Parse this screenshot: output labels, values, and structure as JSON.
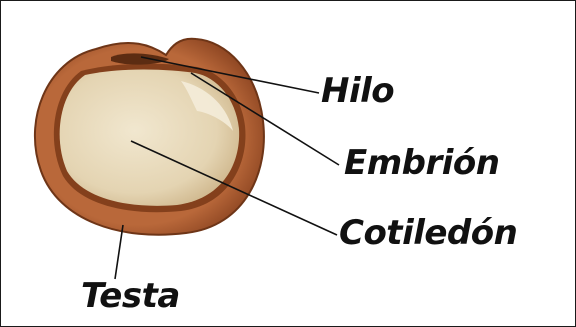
{
  "labels": {
    "hilo": "Hilo",
    "embrion": "Embrión",
    "cotiledon": "Cotiledón",
    "testa": "Testa"
  },
  "colors": {
    "testa": "#a0522d",
    "testa_dark": "#6e3517",
    "cotiledon": "#e9dcc0",
    "leader_line": "#111111",
    "text": "#111111"
  }
}
